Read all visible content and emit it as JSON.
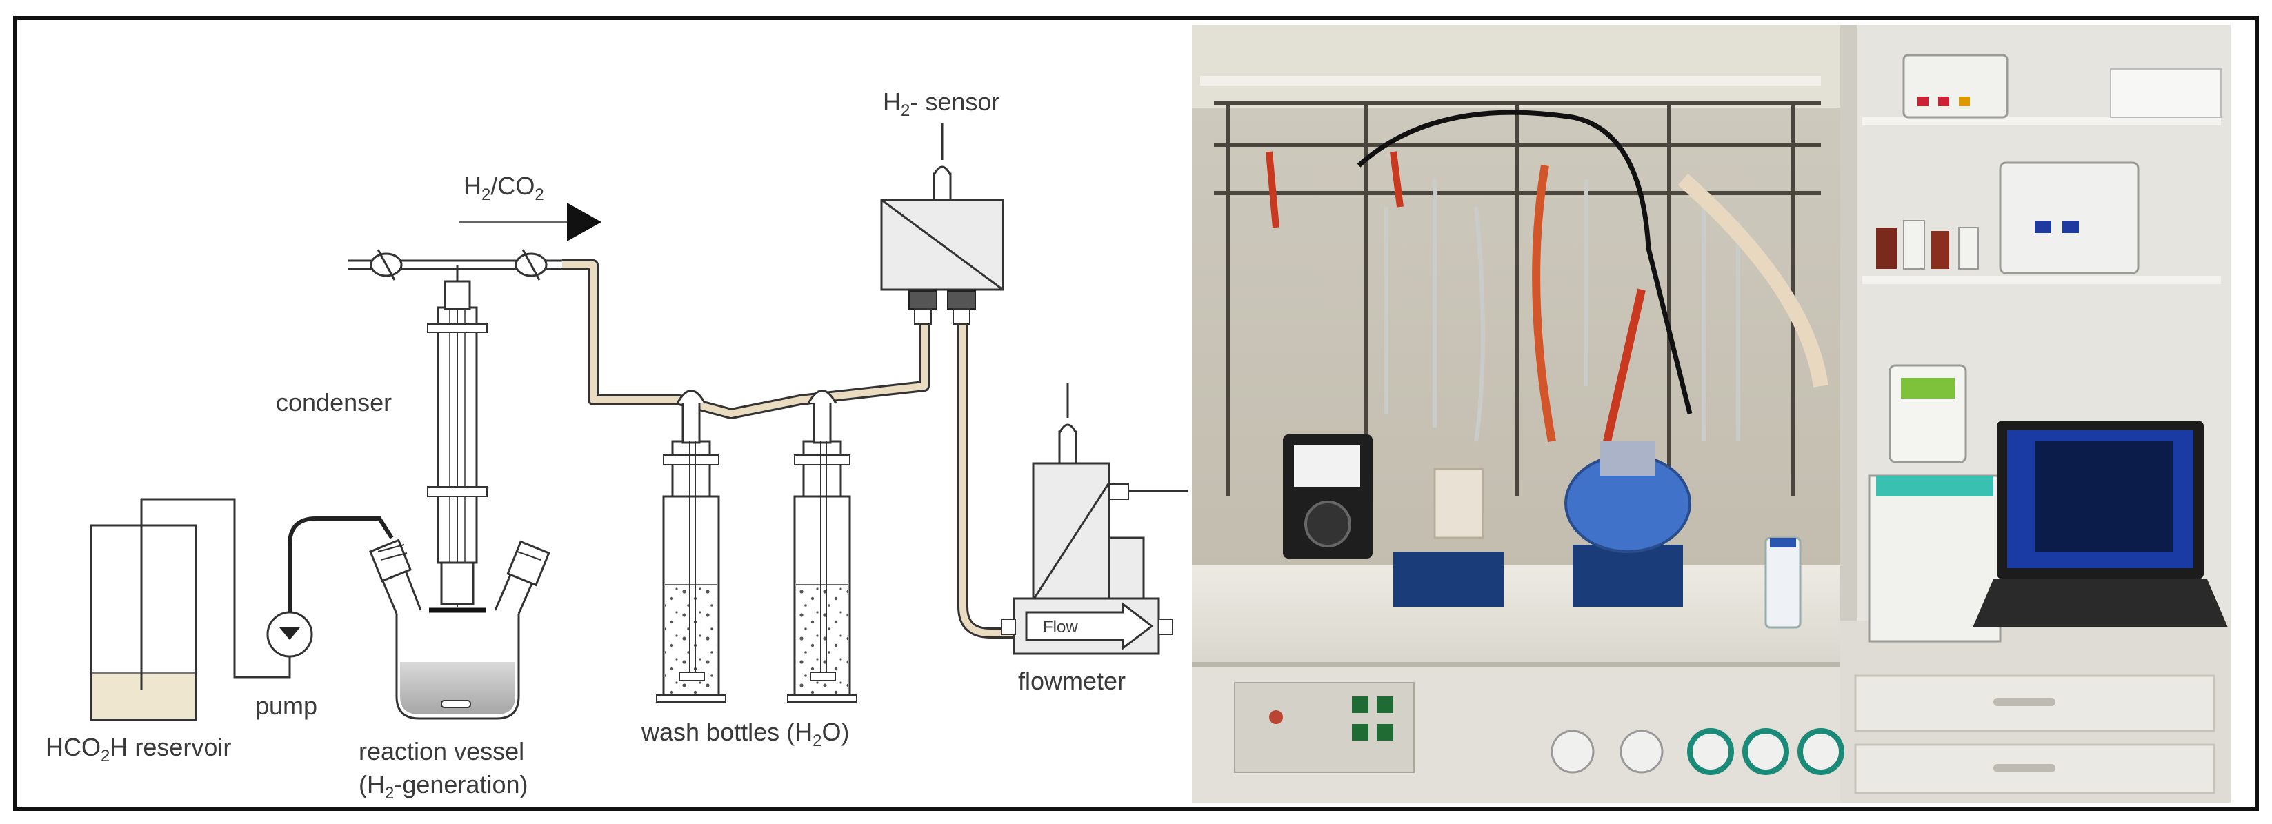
{
  "labels": {
    "h2_sensor": {
      "main": "H",
      "sub": "2",
      "tail": "- sensor"
    },
    "h2co2": {
      "main": "H",
      "sub": "2",
      "mid": "/CO",
      "sub2": "2"
    },
    "condenser": "condenser",
    "pump": "pump",
    "reservoir": {
      "a": "HCO",
      "sub": "2",
      "b": "H reservoir"
    },
    "reaction_vessel": {
      "line1": "reaction vessel",
      "line2a": "(H",
      "line2sub": "2",
      "line2b": "-generation)"
    },
    "wash_bottles": {
      "a": "wash bottles (H",
      "sub": "2",
      "b": "O)"
    },
    "flowmeter": "flowmeter",
    "flow_box": "Flow"
  }
}
